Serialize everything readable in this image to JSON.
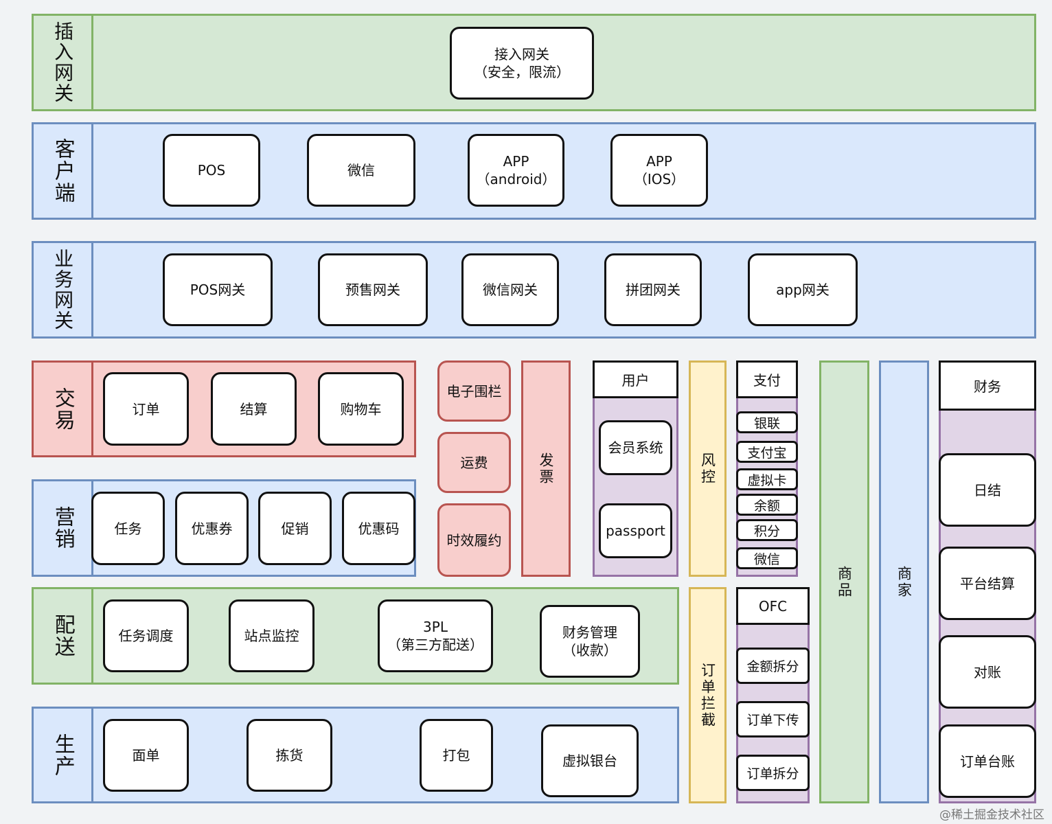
{
  "layers": {
    "gateway": {
      "label": "插入网关",
      "boxes": [
        "接入网关\n（安全，限流）"
      ]
    },
    "client": {
      "label": "客户端",
      "boxes": [
        "POS",
        "微信",
        "APP\n（android）",
        "APP\n（IOS）"
      ]
    },
    "biz_gateway": {
      "label": "业务网关",
      "boxes": [
        "POS网关",
        "预售网关",
        "微信网关",
        "拼团网关",
        "app网关"
      ]
    },
    "trade": {
      "label": "交易",
      "boxes": [
        "订单",
        "结算",
        "购物车"
      ]
    },
    "marketing": {
      "label": "营销",
      "boxes": [
        "任务",
        "优惠券",
        "促销",
        "优惠码"
      ]
    },
    "delivery": {
      "label": "配送",
      "boxes": [
        "任务调度",
        "站点监控",
        "3PL\n（第三方配送）",
        "财务管理\n（收款）"
      ]
    },
    "production": {
      "label": "生产",
      "boxes": [
        "面单",
        "拣货",
        "打包",
        "虚拟银台"
      ]
    }
  },
  "trade_side": {
    "boxes": [
      "电子围栏",
      "运费",
      "时效履约"
    ],
    "invoice": "发票"
  },
  "user": {
    "header": "用户",
    "items": [
      "会员系统",
      "passport"
    ]
  },
  "risk": {
    "label": "风控"
  },
  "order_intercept": {
    "label": "订单拦截"
  },
  "payment": {
    "header": "支付",
    "items": [
      "银联",
      "支付宝",
      "虚拟卡",
      "余额",
      "积分",
      "微信"
    ]
  },
  "ofc": {
    "header": "OFC",
    "items": [
      "金额拆分",
      "订单下传",
      "订单拆分"
    ]
  },
  "goods": {
    "label": "商品"
  },
  "merchant": {
    "label": "商家"
  },
  "finance": {
    "header": "财务",
    "items": [
      "日结",
      "平台结算",
      "对账",
      "订单台账"
    ]
  },
  "watermark": "@稀土掘金技术社区",
  "colors": {
    "green": "#d5e8d4",
    "blue": "#dae8fc",
    "red": "#f8cecc",
    "purple": "#e1d5e7",
    "yellow": "#fff2cc"
  }
}
